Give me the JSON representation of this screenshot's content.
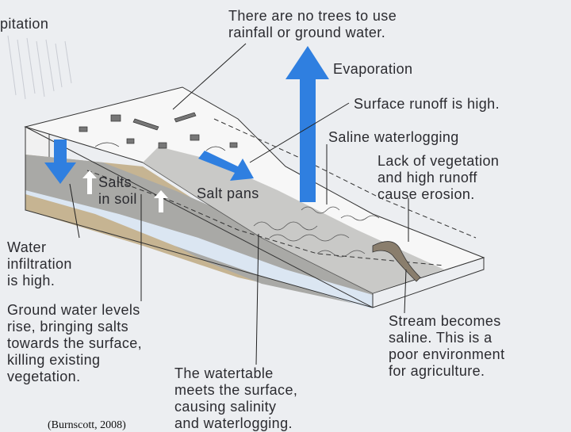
{
  "colors": {
    "background": "#eceef1",
    "arrow_blue": "#2f7fe0",
    "soil_tan": "#c6b492",
    "water_pale": "#dbe6f2",
    "ground_grey": "#a9a9a6",
    "surface_white": "#f7f7f7"
  },
  "labels": {
    "precipitation": "pitation",
    "no_trees": "There are no trees to use\nrainfall or ground water.",
    "evaporation": "Evaporation",
    "surface_runoff": "Surface runoff is high.",
    "saline_waterlogging": "Saline waterlogging",
    "erosion": "Lack of vegetation\nand high runoff\ncause erosion.",
    "salts_in_soil": "Salts\nin soil",
    "salt_pans": "Salt pans",
    "water_infiltration": "Water\ninfiltration\nis high.",
    "ground_water": "Ground water levels\nrise, bringing salts\ntowards the surface,\nkilling existing\nvegetation.",
    "watertable": "The watertable\nmeets the surface,\ncausing salinity\nand waterlogging.",
    "stream": "Stream becomes\nsaline. This is a\npoor environment\nfor agriculture."
  },
  "citation": "(Burnscott, 2008)"
}
